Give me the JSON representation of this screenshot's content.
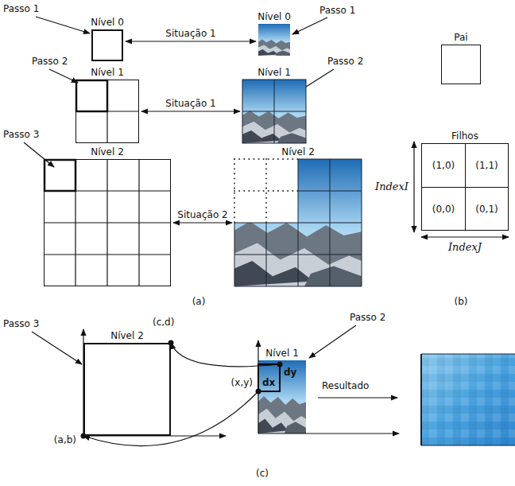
{
  "diagram": {
    "nodes": [
      {
        "text": [
          "Nível 0"
        ]
      },
      {
        "text": [
          "Nível 0"
        ]
      },
      {
        "text": [
          "Nível 1"
        ]
      },
      {
        "text": [
          "Nível 1"
        ]
      },
      {
        "text": [
          "Nível 2"
        ]
      },
      {
        "text": [
          "Nível 2"
        ]
      },
      {
        "text": [
          "Pai"
        ]
      },
      {
        "text": [
          "Filhos"
        ]
      },
      {
        "text": [
          "(1,0)"
        ],
        "in": 7
      },
      {
        "text": [
          "(1,1)"
        ],
        "in": 7
      },
      {
        "text": [
          "(0,0)"
        ],
        "in": 7
      },
      {
        "text": [
          "(0,1)"
        ],
        "in": 7
      },
      {
        "text": [
          "Nível 2"
        ]
      },
      {
        "text": [
          "Nível 1"
        ]
      }
    ],
    "edges": [
      {
        "from": 0,
        "to": 1,
        "label": "Situação 1",
        "arrow": "both"
      },
      {
        "from": 2,
        "to": 3,
        "label": "Situação 1",
        "arrow": "both"
      },
      {
        "from": 4,
        "to": 5,
        "label": "Situação 2",
        "arrow": "both"
      },
      {
        "from": 13,
        "to": 12,
        "arrow": "to"
      },
      {
        "from": 13,
        "to": 12,
        "arrow": "to"
      }
    ],
    "labels": [
      "Passo 1",
      "Passo 1",
      "Passo 2",
      "Passo 2",
      "Passo 3",
      "(a)",
      "IndexI",
      "IndexJ",
      "(b)",
      "Passo 3",
      "(c,d)",
      "Passo 2",
      "(x,y)",
      "dy",
      "dx",
      "(a,b)",
      "Resultado",
      "(c)"
    ]
  }
}
